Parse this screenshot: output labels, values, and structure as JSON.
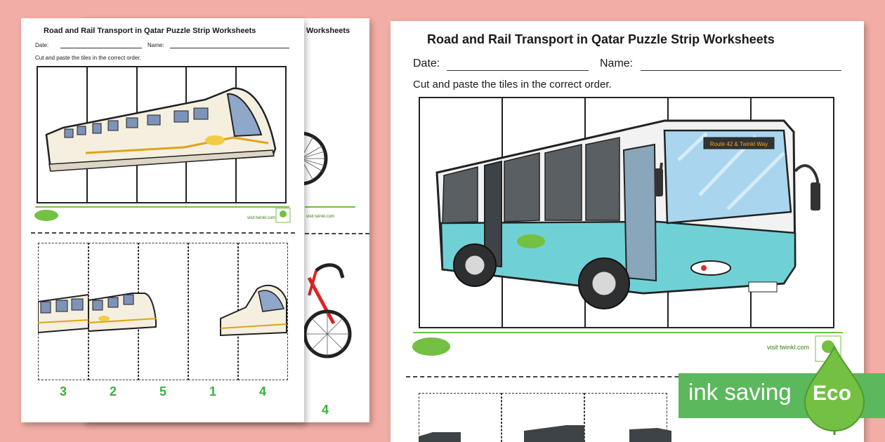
{
  "worksheet": {
    "title": "Road and Rail Transport in Qatar Puzzle Strip Worksheets",
    "date_label": "Date:",
    "name_label": "Name:",
    "instruction": "Cut and paste the tiles in the correct order.",
    "visit_text": "visit twinkl.com",
    "brand": "twinkl"
  },
  "back_sheet": {
    "title_fragment": "Worksheets",
    "visit_text": "visit twinkl.com",
    "tile_number": "4"
  },
  "bus_sheet": {
    "destination_sign": "Route 42 & Twinkl Way"
  },
  "tram_sheet": {
    "tile_numbers": [
      "3",
      "2",
      "5",
      "1",
      "4"
    ]
  },
  "eco_badge": {
    "text": "ink saving",
    "label": "Eco"
  },
  "colors": {
    "background": "#f2aea6",
    "accent_green": "#74c043",
    "number_green": "#3bb03b",
    "bus_body": "#6fd1d6",
    "eco_green": "#5cb85c"
  }
}
